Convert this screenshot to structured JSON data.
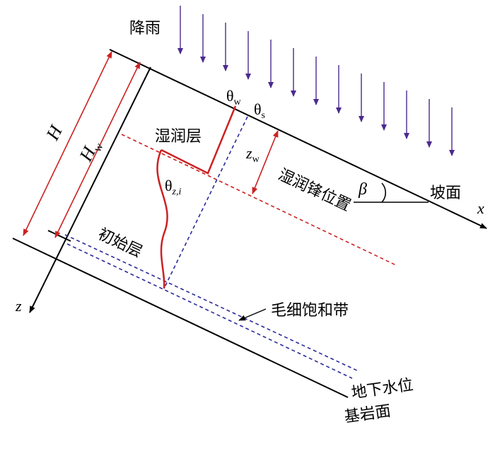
{
  "labels": {
    "rain": "降雨",
    "wetting_layer": "湿润层",
    "initial_layer": "初始层",
    "wetting_front_position": "湿润锋位置",
    "slope_surface": "坡面",
    "capillary_saturation_zone": "毛细饱和带",
    "groundwater_level": "地下水位",
    "bedrock_surface": "基岩面"
  },
  "symbols": {
    "H": "H",
    "Hw_main": "H",
    "Hw_sub": "w",
    "theta_w_main": "θ",
    "theta_w_sub": "w",
    "theta_s_main": "θ",
    "theta_s_sub": "s",
    "zw_main": "z",
    "zw_sub": "w",
    "theta_zi_main": "θ",
    "theta_zi_sub": "z,i",
    "beta": "β",
    "x_axis": "x",
    "z_axis": "z"
  },
  "colors": {
    "line": "#000000",
    "red": "#cc2222",
    "blue": "#2a2a9a",
    "rain": "#4b2a8f"
  },
  "rain_arrow_count": 13
}
